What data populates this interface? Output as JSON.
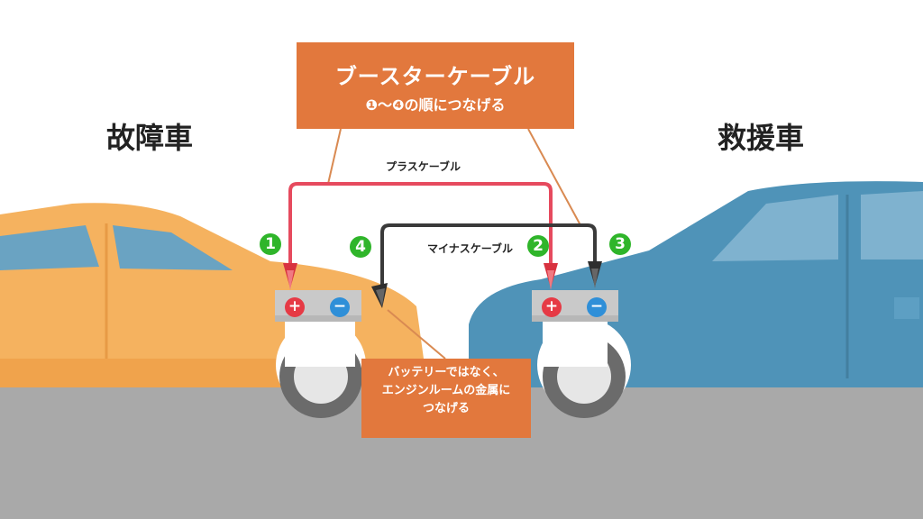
{
  "title": {
    "main": "ブースターケーブル",
    "sub": "❶〜❹の順につなげる"
  },
  "labels": {
    "broken_car": "故障車",
    "rescue_car": "救援車",
    "plus_cable": "プラスケーブル",
    "minus_cable": "マイナスケーブル"
  },
  "steps": [
    "1",
    "2",
    "3",
    "4"
  ],
  "terminals": {
    "plus": "+",
    "minus": "−"
  },
  "note": {
    "line1": "バッテリーではなく、",
    "line2": "エンジンルームの金属に",
    "line3": "つなげる"
  },
  "colors": {
    "accent_orange": "#e2783d",
    "broken_car": "#f5b25f",
    "rescue_car": "#4f93b8",
    "plus_cable": "#e64a5e",
    "minus_cable": "#3a3a3a",
    "step_green": "#2fb52a",
    "road": "#a9a9a9"
  }
}
